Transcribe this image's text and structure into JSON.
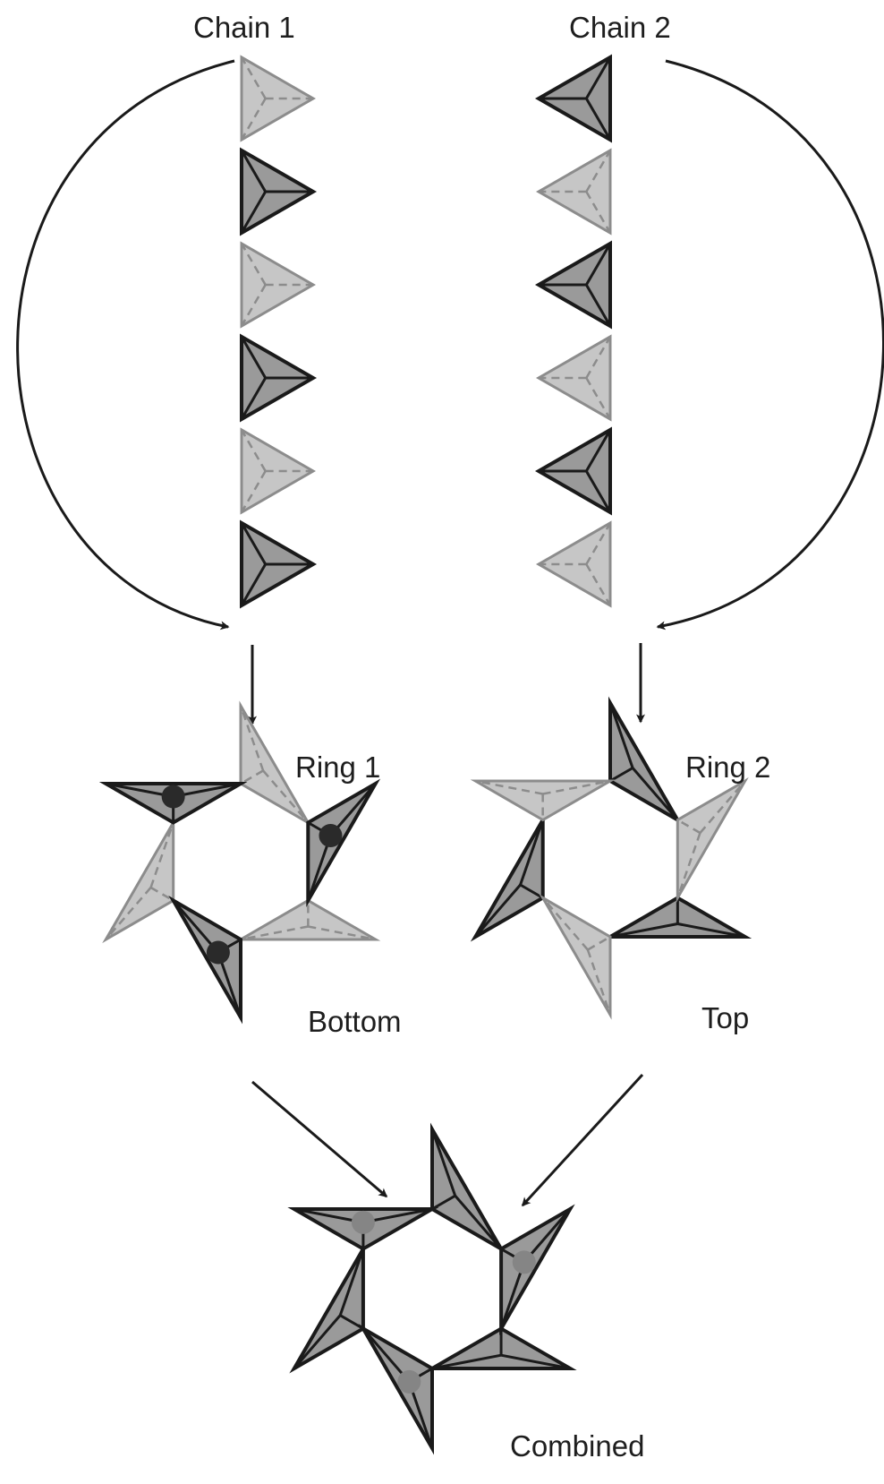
{
  "labels": {
    "chain1": "Chain 1",
    "chain2": "Chain 2",
    "ring1": "Ring 1",
    "ring2": "Ring 2",
    "bottom": "Bottom",
    "top": "Top",
    "combined": "Combined"
  },
  "chains": {
    "chain1": {
      "direction": "right",
      "pattern": [
        "light",
        "dark",
        "light",
        "dark",
        "light",
        "dark"
      ]
    },
    "chain2": {
      "direction": "left",
      "pattern": [
        "dark",
        "light",
        "dark",
        "light",
        "dark",
        "light"
      ]
    }
  },
  "rings": {
    "ring1": {
      "up": "light",
      "down": "dark",
      "down_marker": "dot"
    },
    "ring2": {
      "up": "dark",
      "down": "light"
    },
    "combined": {
      "up": "dark",
      "down": "dark",
      "down_marker": "faded-dot"
    }
  },
  "colors": {
    "dark_fill": "#9a9a9a",
    "light_fill": "#c6c6c6",
    "dark_stroke": "#1a1a1a",
    "light_stroke": "#8c8c8c",
    "arrow": "#1a1a1a"
  }
}
